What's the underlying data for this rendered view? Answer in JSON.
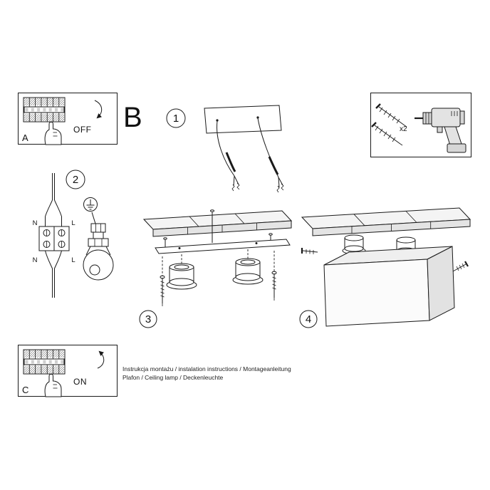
{
  "labels": {
    "panel_a": "A",
    "panel_b": "B",
    "panel_c": "C",
    "switch_off": "OFF",
    "switch_on": "ON",
    "step1": "1",
    "step2": "2",
    "step3": "3",
    "step4": "4",
    "screw_count": "x2"
  },
  "wiring": {
    "neutral_top": "N",
    "live_top": "L",
    "neutral_bottom": "N",
    "live_bottom": "L"
  },
  "footer": {
    "line1": "Instrukcja montażu / instalation instructions / Montageanleitung",
    "line2": "Plafon / Ceiling lamp / Deckenleuchte"
  }
}
